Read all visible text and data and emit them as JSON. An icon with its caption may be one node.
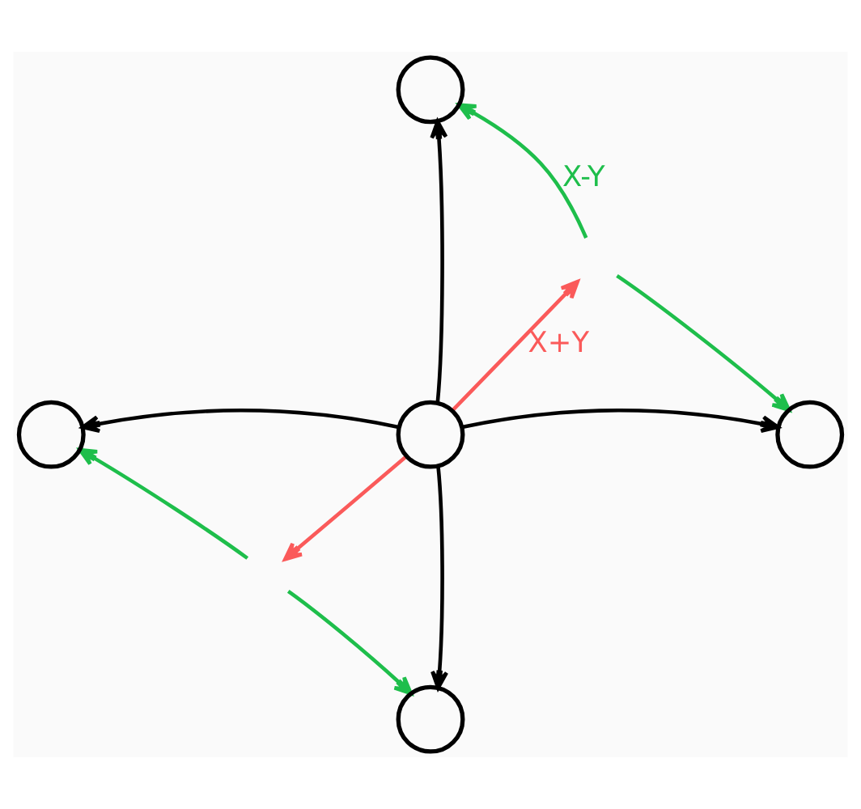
{
  "diagram": {
    "nodes": [
      {
        "text": [],
        "shape": "circle"
      },
      {
        "text": [],
        "shape": "circle"
      },
      {
        "text": [],
        "shape": "circle"
      },
      {
        "text": [],
        "shape": "circle"
      },
      {
        "text": [],
        "shape": "circle"
      }
    ],
    "edges": [
      {
        "from": 2,
        "to": 0,
        "arrow": "to"
      },
      {
        "from": 2,
        "to": 1,
        "arrow": "to"
      },
      {
        "from": 2,
        "to": 3,
        "arrow": "to"
      },
      {
        "from": 2,
        "to": 4,
        "arrow": "to"
      },
      {
        "from": 2,
        "to": null,
        "arrow": "to",
        "label": "X+Y",
        "color": "#fa5a5a"
      },
      {
        "from": 2,
        "to": null,
        "arrow": "to",
        "color": "#fa5a5a"
      },
      {
        "from": null,
        "to": 0,
        "arrow": "to",
        "label": "X-Y",
        "color": "#1ebe4b"
      },
      {
        "from": null,
        "to": 3,
        "arrow": "to",
        "color": "#1ebe4b"
      },
      {
        "from": null,
        "to": 1,
        "arrow": "to",
        "color": "#1ebe4b"
      },
      {
        "from": null,
        "to": 4,
        "arrow": "to",
        "color": "#1ebe4b"
      }
    ]
  }
}
